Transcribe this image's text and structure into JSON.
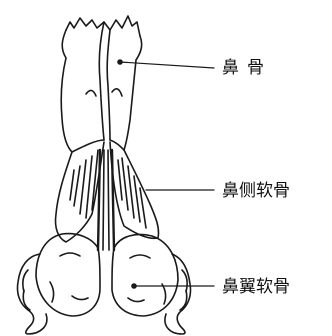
{
  "labels": {
    "nasal_bone": "鼻骨",
    "lateral_nasal_cartilage": "鼻侧软骨",
    "alar_cartilage": "鼻翼软骨"
  },
  "colors": {
    "ink": "#111111",
    "background": "#ffffff"
  }
}
